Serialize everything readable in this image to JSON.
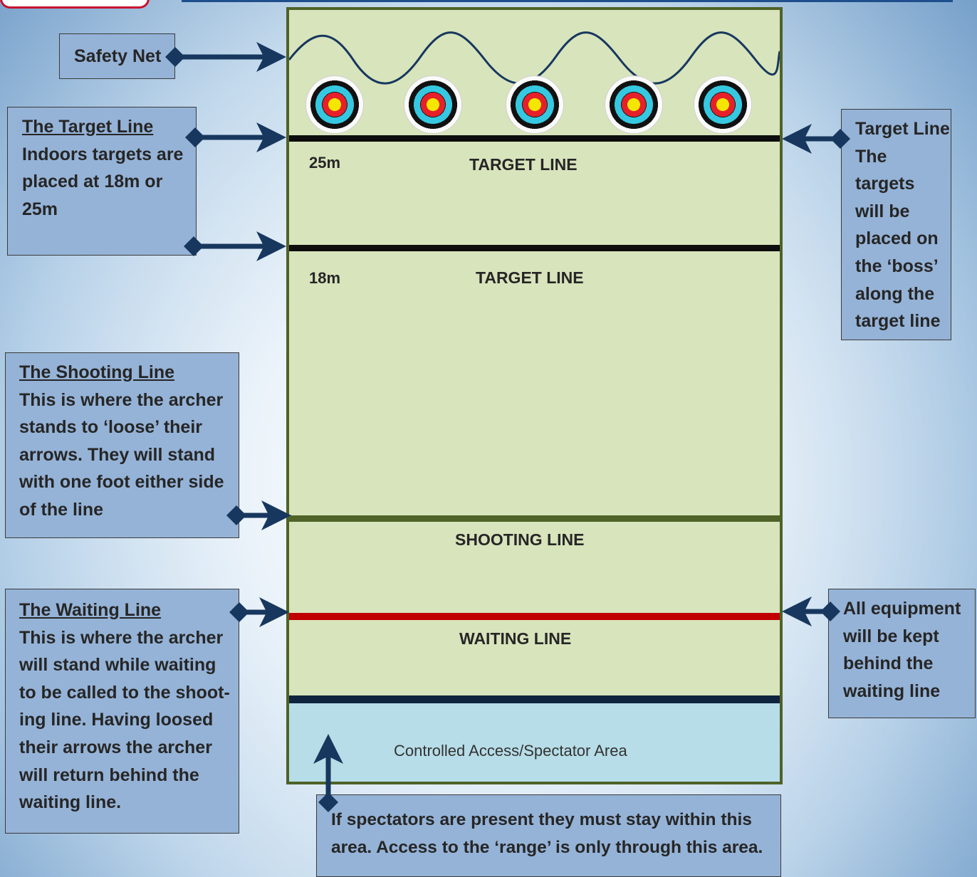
{
  "colors": {
    "range_fill": "#d8e4bc",
    "range_border": "#4f6228",
    "spectator_fill": "#b7dde8",
    "callout_fill": "#95b3d7",
    "arrow": "#17375e",
    "waiting_line": "#c00000",
    "target_lines": "#0d0d0d",
    "shooting_line": "#4f6228"
  },
  "range": {
    "target_line_25m": {
      "distance": "25m",
      "label": "TARGET LINE"
    },
    "target_line_18m": {
      "distance": "18m",
      "label": "TARGET LINE"
    },
    "shooting_line": {
      "label": "SHOOTING LINE"
    },
    "waiting_line": {
      "label": "WAITING LINE"
    },
    "spectator_area": {
      "label": "Controlled Access/Spectator Area"
    },
    "target_count": 5,
    "target_icon": "archery-target-icon",
    "safety_net_icon": "wave-net-icon"
  },
  "callouts": {
    "safety_net": {
      "text": "Safety Net"
    },
    "target_line_left": {
      "title": "The Target Line",
      "lines": [
        "Indoors targets are",
        "placed at 18m or",
        "25m"
      ]
    },
    "target_line_right": {
      "lines": [
        "Target Line",
        "The targets",
        "will be",
        "placed on",
        "the ‘boss’",
        "along the",
        "target line"
      ]
    },
    "shooting_line": {
      "title": "The Shooting Line",
      "lines": [
        "This is where the archer",
        "stands to ‘loose’ their",
        "arrows. They will stand",
        "with one foot either side",
        "of the line"
      ]
    },
    "waiting_line": {
      "title": "The Waiting Line",
      "lines": [
        "This is where the archer",
        "will stand while waiting",
        "to be called to the shoot-",
        "ing line. Having  loosed",
        "their arrows the archer",
        "will return behind the",
        "waiting line."
      ]
    },
    "equipment": {
      "lines": [
        "All equipment",
        "will be kept",
        "behind the",
        "waiting line"
      ]
    },
    "spectators": {
      "lines": [
        "If spectators are present they must stay within this",
        "area. Access to the ‘range’ is only through this area."
      ]
    }
  }
}
